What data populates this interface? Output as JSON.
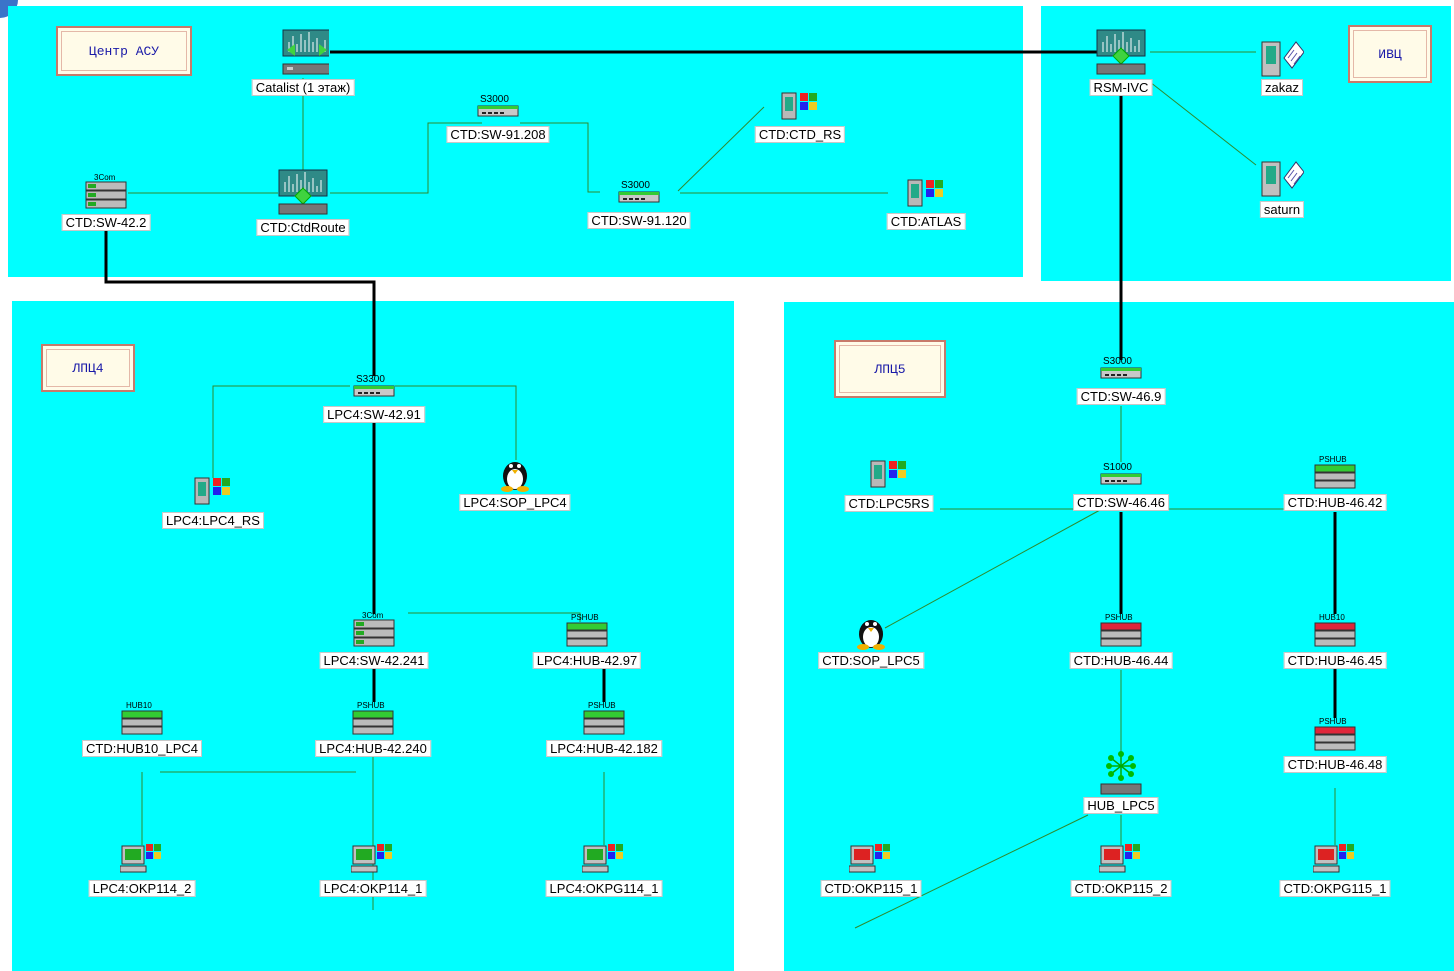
{
  "zones": {
    "asu": "Центр АСУ",
    "ivc": "ИВЦ",
    "lpc4": "ЛПЦ4",
    "lpc5": "ЛПЦ5"
  },
  "colors": {
    "zone_fill": "#00ffff",
    "thin_link": "#2e8b2e",
    "thick_link": "#000000"
  },
  "nodes": {
    "catalist": {
      "label": "Catalist (1 этаж)",
      "icon": "router-icon"
    },
    "rsm_ivc": {
      "label": "RSM-IVC",
      "icon": "router-icon"
    },
    "zakaz": {
      "label": "zakaz",
      "icon": "server-icon"
    },
    "saturn": {
      "label": "saturn",
      "icon": "server-icon"
    },
    "ctd_route": {
      "label": "CTD:CtdRoute",
      "icon": "router-icon"
    },
    "sw_42_2": {
      "label": "CTD:SW-42.2",
      "badge": "3Com",
      "icon": "stack-switch-icon"
    },
    "sw_91_208": {
      "label": "CTD:SW-91.208",
      "badge": "S3000",
      "icon": "switch-icon"
    },
    "sw_91_120": {
      "label": "CTD:SW-91.120",
      "badge": "S3000",
      "icon": "switch-icon"
    },
    "ctd_rs": {
      "label": "CTD:CTD_RS",
      "icon": "windows-server-icon"
    },
    "atlas": {
      "label": "CTD:ATLAS",
      "icon": "windows-server-icon"
    },
    "lpc4_sw_42_91": {
      "label": "LPC4:SW-42.91",
      "badge": "S3300",
      "icon": "switch-icon"
    },
    "lpc4_rs": {
      "label": "LPC4:LPC4_RS",
      "icon": "windows-server-icon"
    },
    "sop_lpc4": {
      "label": "LPC4:SOP_LPC4",
      "icon": "linux-penguin-icon"
    },
    "lpc4_sw_42_241": {
      "label": "LPC4:SW-42.241",
      "badge": "3Com",
      "icon": "stack-switch-icon"
    },
    "lpc4_hub_42_97": {
      "label": "LPC4:HUB-42.97",
      "badge": "PSHUB",
      "icon": "hub-icon"
    },
    "hub10_lpc4": {
      "label": "CTD:HUB10_LPC4",
      "badge": "HUB10",
      "icon": "hub-icon"
    },
    "lpc4_hub_42_240": {
      "label": "LPC4:HUB-42.240",
      "badge": "PSHUB",
      "icon": "hub-icon"
    },
    "lpc4_hub_42_182": {
      "label": "LPC4:HUB-42.182",
      "badge": "PSHUB",
      "icon": "hub-icon"
    },
    "okp114_2": {
      "label": "LPC4:OKP114_2",
      "icon": "workstation-icon"
    },
    "okp114_1": {
      "label": "LPC4:OKP114_1",
      "icon": "workstation-icon"
    },
    "okpg114_1": {
      "label": "LPC4:OKPG114_1",
      "icon": "workstation-icon"
    },
    "sw_46_9": {
      "label": "CTD:SW-46.9",
      "badge": "S3000",
      "icon": "switch-icon"
    },
    "lpc5rs": {
      "label": "CTD:LPC5RS",
      "icon": "windows-server-icon"
    },
    "sw_46_46": {
      "label": "CTD:SW-46.46",
      "badge": "S1000",
      "icon": "switch-icon"
    },
    "hub_46_42": {
      "label": "CTD:HUB-46.42",
      "badge": "PSHUB",
      "icon": "hub-icon"
    },
    "sop_lpc5": {
      "label": "CTD:SOP_LPC5",
      "icon": "linux-penguin-icon"
    },
    "hub_46_44": {
      "label": "CTD:HUB-46.44",
      "badge": "PSHUB",
      "icon": "hub-red-icon"
    },
    "hub_46_45": {
      "label": "CTD:HUB-46.45",
      "badge": "HUB10",
      "icon": "hub-red-icon"
    },
    "hub_46_48": {
      "label": "CTD:HUB-46.48",
      "badge": "PSHUB",
      "icon": "hub-red-icon"
    },
    "hub_lpc5": {
      "label": "HUB_LPC5",
      "icon": "star-hub-icon"
    },
    "okp115_1": {
      "label": "CTD:OKP115_1",
      "icon": "workstation-red-icon"
    },
    "okp115_2": {
      "label": "CTD:OKP115_2",
      "icon": "workstation-red-icon"
    },
    "okpg115_1": {
      "label": "CTD:OKPG115_1",
      "icon": "workstation-red-icon"
    }
  }
}
